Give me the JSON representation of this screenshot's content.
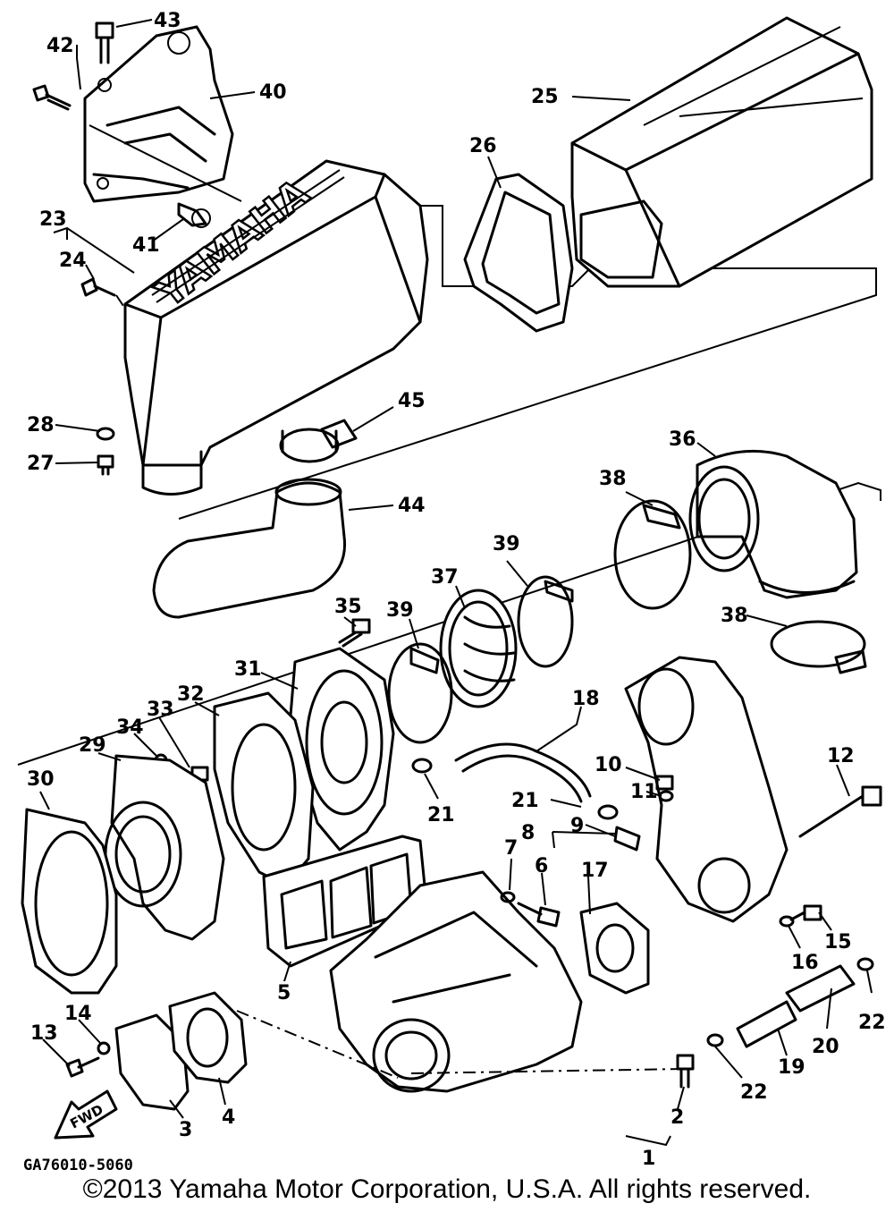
{
  "diagram": {
    "callouts": {
      "c1": "1",
      "c2": "2",
      "c3": "3",
      "c4": "4",
      "c5": "5",
      "c6": "6",
      "c7": "7",
      "c8": "8",
      "c9": "9",
      "c10": "10",
      "c11": "11",
      "c12": "12",
      "c13": "13",
      "c14": "14",
      "c15": "15",
      "c16": "16",
      "c17": "17",
      "c18": "18",
      "c19": "19",
      "c20": "20",
      "c21a": "21",
      "c21b": "21",
      "c22a": "22",
      "c22b": "22",
      "c23": "23",
      "c24": "24",
      "c25": "25",
      "c26": "26",
      "c27": "27",
      "c28": "28",
      "c29": "29",
      "c30": "30",
      "c31": "31",
      "c32": "32",
      "c33": "33",
      "c34": "34",
      "c35": "35",
      "c36": "36",
      "c37": "37",
      "c38a": "38",
      "c38b": "38",
      "c39a": "39",
      "c39b": "39",
      "c40": "40",
      "c41": "41",
      "c42": "42",
      "c43": "43",
      "c44": "44",
      "c45": "45"
    },
    "brand_text": "YAMAHA",
    "fwd_label": "FWD",
    "diagram_code": "GA76010-5060",
    "copyright": "©2013 Yamaha Motor Corporation, U.S.A. All rights reserved."
  }
}
